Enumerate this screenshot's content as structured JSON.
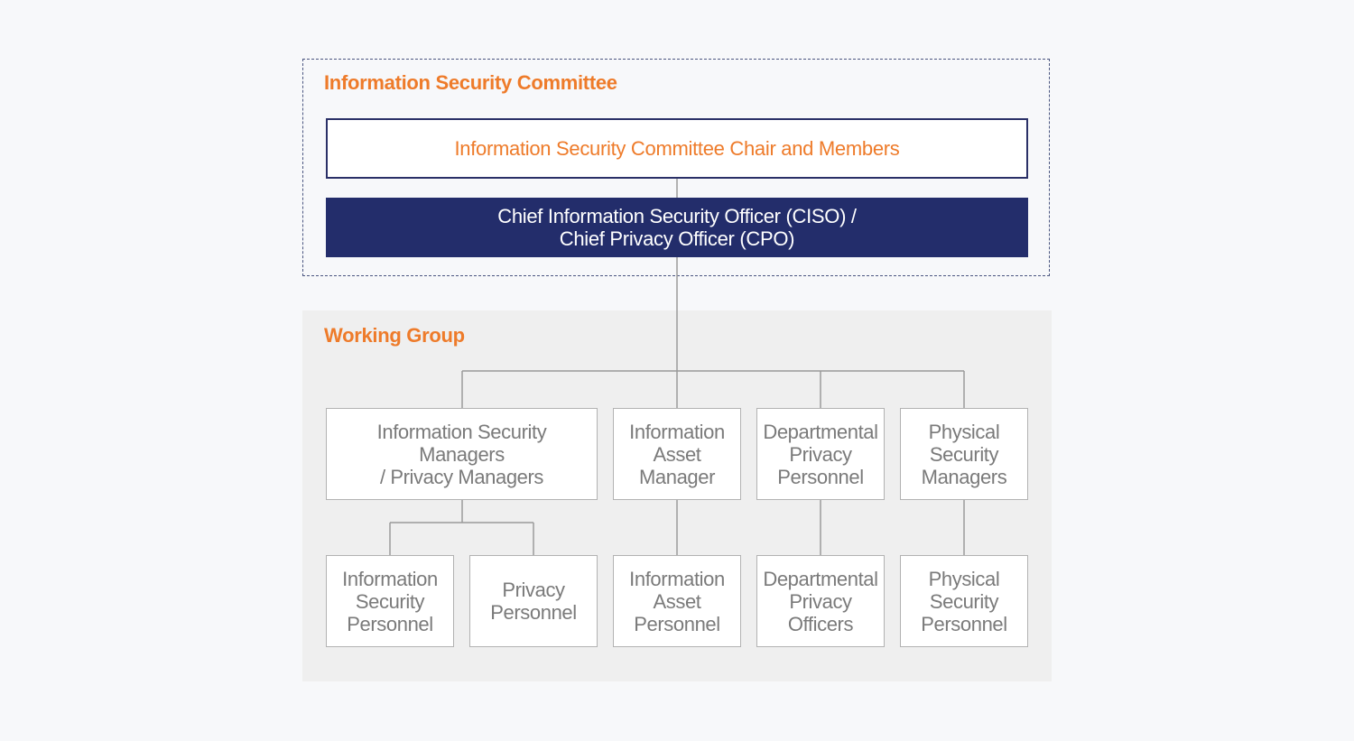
{
  "committee": {
    "title": "Information Security Committee",
    "chair_box": "Information Security Committee Chair and Members",
    "ciso_box": "Chief Information Security Officer (CISO) /\nChief Privacy Officer (CPO)"
  },
  "working_group": {
    "title": "Working Group",
    "managers": [
      "Information Security\nManagers\n/ Privacy Managers",
      "Information\nAsset\nManager",
      "Departmental\nPrivacy\nPersonnel",
      "Physical\nSecurity\nManagers"
    ],
    "personnel": [
      "Information\nSecurity\nPersonnel",
      "Privacy\nPersonnel",
      "Information\nAsset\nPersonnel",
      "Departmental\nPrivacy\nOfficers",
      "Physical\nSecurity\nPersonnel"
    ]
  },
  "colors": {
    "accent_orange": "#ee7b2a",
    "navy": "#232d6b",
    "line_gray": "#9a9a9a",
    "box_border": "#b2b2b2",
    "text_gray": "#7a7a7a",
    "group_bg": "#efefef"
  }
}
